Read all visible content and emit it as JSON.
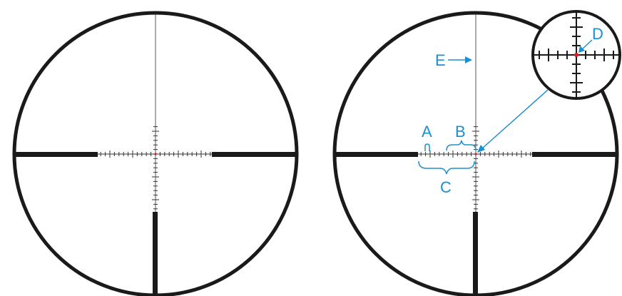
{
  "diagram": {
    "labels": {
      "a": "A",
      "b": "B",
      "c": "C",
      "d": "D",
      "e": "E"
    },
    "colors": {
      "reticle": "#1a1a1a",
      "callout": "#1b8fd0",
      "center_dot": "#e01b24",
      "background": "#ffffff"
    }
  }
}
